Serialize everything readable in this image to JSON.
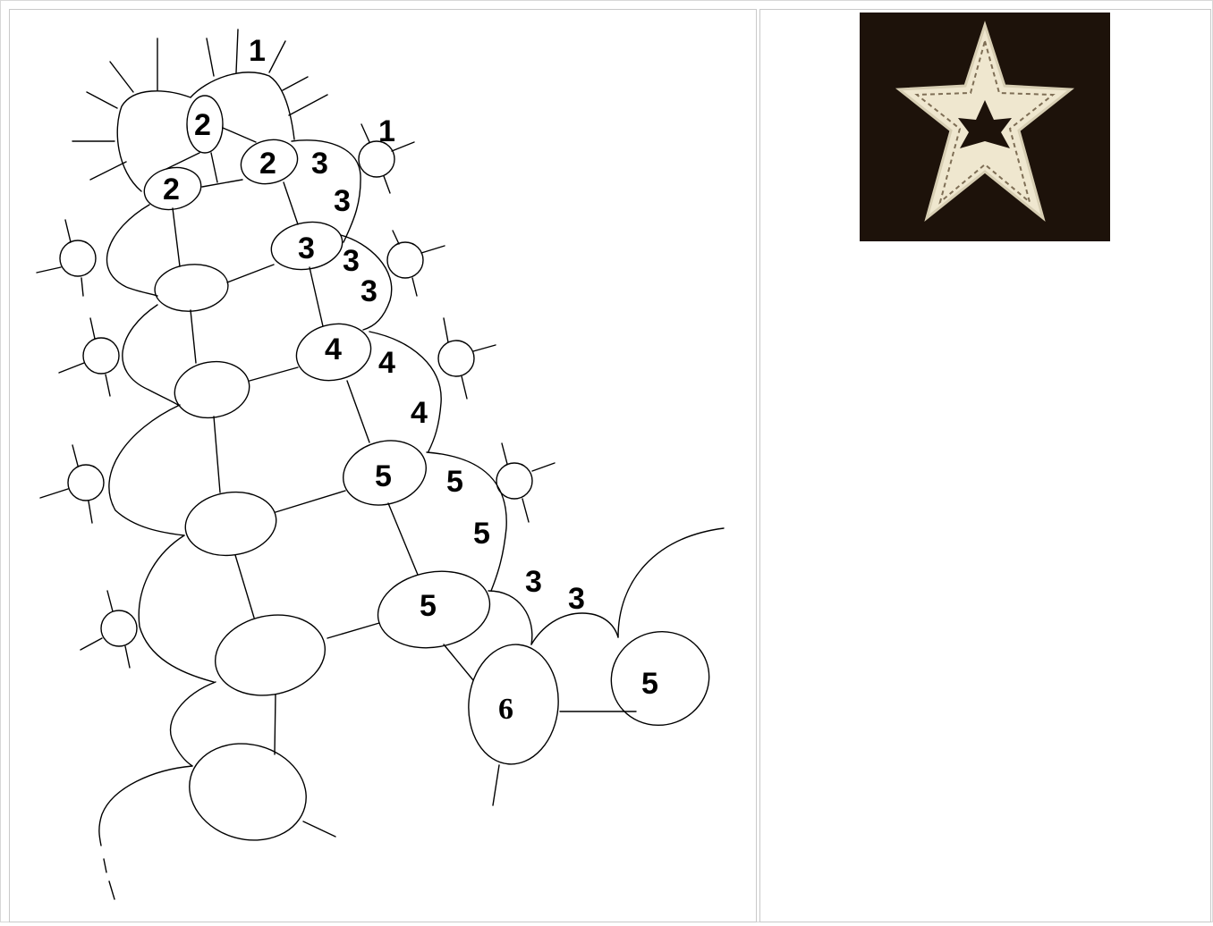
{
  "diagram": {
    "labels": {
      "top_outer": "1",
      "right_outer": "1",
      "r2a": "2",
      "r2b": "2",
      "r2c": "2",
      "c3a": "3",
      "c3b": "3",
      "r3": "3",
      "c3c": "3",
      "c3d": "3",
      "r4": "4",
      "c4a": "4",
      "c4b": "4",
      "r5a": "5",
      "c5a": "5",
      "c5b": "5",
      "r5b": "5",
      "c3e": "3",
      "c3f": "3",
      "r6": "6",
      "r5c": "5"
    }
  },
  "photo": {
    "background_color": "#1d120a",
    "lace_color": "#efe7cf"
  }
}
